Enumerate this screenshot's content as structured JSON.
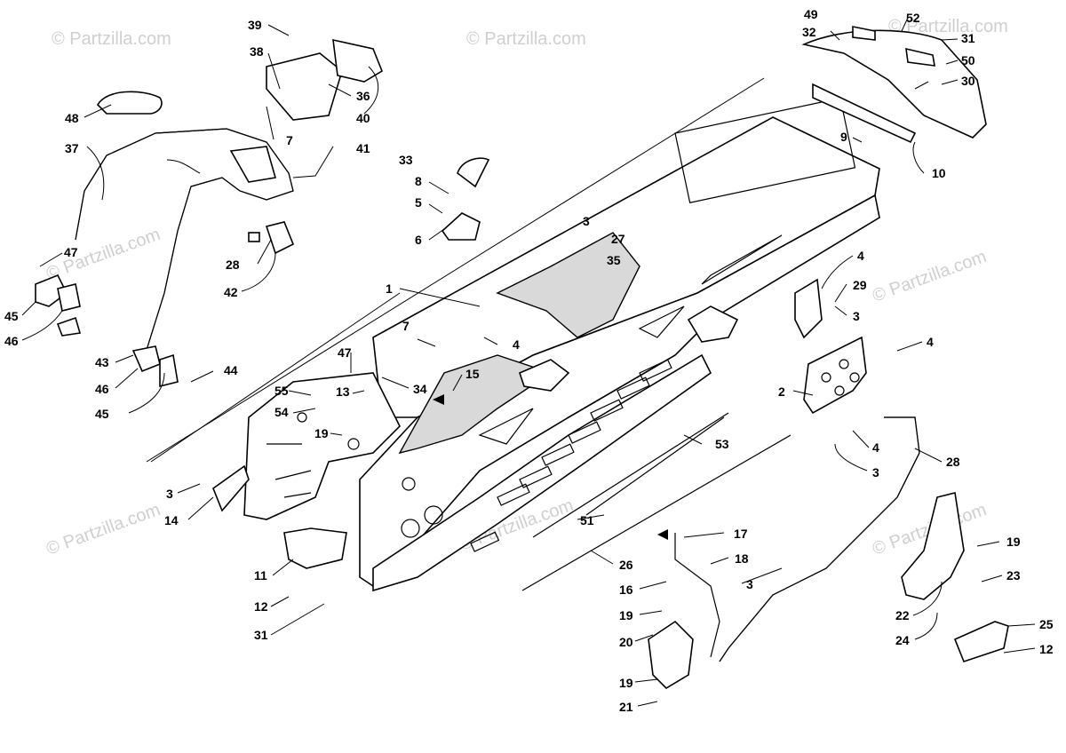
{
  "watermark": {
    "text": "© Partzilla.com",
    "center_text": "© Partzilla.com"
  },
  "callouts": [
    {
      "id": "c39",
      "label": "39"
    },
    {
      "id": "c38",
      "label": "38"
    },
    {
      "id": "c36",
      "label": "36"
    },
    {
      "id": "c40",
      "label": "40"
    },
    {
      "id": "c48",
      "label": "48"
    },
    {
      "id": "c37",
      "label": "37"
    },
    {
      "id": "c7a",
      "label": "7"
    },
    {
      "id": "c41",
      "label": "41"
    },
    {
      "id": "c33",
      "label": "33"
    },
    {
      "id": "c8",
      "label": "8"
    },
    {
      "id": "c5",
      "label": "5"
    },
    {
      "id": "c6",
      "label": "6"
    },
    {
      "id": "c3a",
      "label": "3"
    },
    {
      "id": "c27",
      "label": "27"
    },
    {
      "id": "c35",
      "label": "35"
    },
    {
      "id": "c28a",
      "label": "28"
    },
    {
      "id": "c42",
      "label": "42"
    },
    {
      "id": "c47a",
      "label": "47"
    },
    {
      "id": "c45a",
      "label": "45"
    },
    {
      "id": "c46a",
      "label": "46"
    },
    {
      "id": "c1",
      "label": "1"
    },
    {
      "id": "c43",
      "label": "43"
    },
    {
      "id": "c46b",
      "label": "46"
    },
    {
      "id": "c45b",
      "label": "45"
    },
    {
      "id": "c44",
      "label": "44"
    },
    {
      "id": "c7b",
      "label": "7"
    },
    {
      "id": "c4a",
      "label": "4"
    },
    {
      "id": "c15",
      "label": "15"
    },
    {
      "id": "c34",
      "label": "34"
    },
    {
      "id": "c47b",
      "label": "47"
    },
    {
      "id": "c55",
      "label": "55"
    },
    {
      "id": "c13",
      "label": "13"
    },
    {
      "id": "c54",
      "label": "54"
    },
    {
      "id": "c19a",
      "label": "19"
    },
    {
      "id": "c3b",
      "label": "3"
    },
    {
      "id": "c14",
      "label": "14"
    },
    {
      "id": "c11",
      "label": "11"
    },
    {
      "id": "c12a",
      "label": "12"
    },
    {
      "id": "c31a",
      "label": "31"
    },
    {
      "id": "c49",
      "label": "49"
    },
    {
      "id": "c52",
      "label": "52"
    },
    {
      "id": "c32",
      "label": "32"
    },
    {
      "id": "c31b",
      "label": "31"
    },
    {
      "id": "c50",
      "label": "50"
    },
    {
      "id": "c30",
      "label": "30"
    },
    {
      "id": "c9",
      "label": "9"
    },
    {
      "id": "c10",
      "label": "10"
    },
    {
      "id": "c4b",
      "label": "4"
    },
    {
      "id": "c29",
      "label": "29"
    },
    {
      "id": "c3c",
      "label": "3"
    },
    {
      "id": "c4c",
      "label": "4"
    },
    {
      "id": "c2",
      "label": "2"
    },
    {
      "id": "c4d",
      "label": "4"
    },
    {
      "id": "c28b",
      "label": "28"
    },
    {
      "id": "c3d",
      "label": "3"
    },
    {
      "id": "c53",
      "label": "53"
    },
    {
      "id": "c51",
      "label": "51"
    },
    {
      "id": "c26",
      "label": "26"
    },
    {
      "id": "c17",
      "label": "17"
    },
    {
      "id": "c18",
      "label": "18"
    },
    {
      "id": "c16",
      "label": "16"
    },
    {
      "id": "c3e",
      "label": "3"
    },
    {
      "id": "c19b",
      "label": "19"
    },
    {
      "id": "c20",
      "label": "20"
    },
    {
      "id": "c19c",
      "label": "19"
    },
    {
      "id": "c21",
      "label": "21"
    },
    {
      "id": "c19d",
      "label": "19"
    },
    {
      "id": "c23",
      "label": "23"
    },
    {
      "id": "c22",
      "label": "22"
    },
    {
      "id": "c24",
      "label": "24"
    },
    {
      "id": "c25",
      "label": "25"
    },
    {
      "id": "c12b",
      "label": "12"
    }
  ],
  "icons": {
    "arrow": "reference-arrow-icon"
  }
}
